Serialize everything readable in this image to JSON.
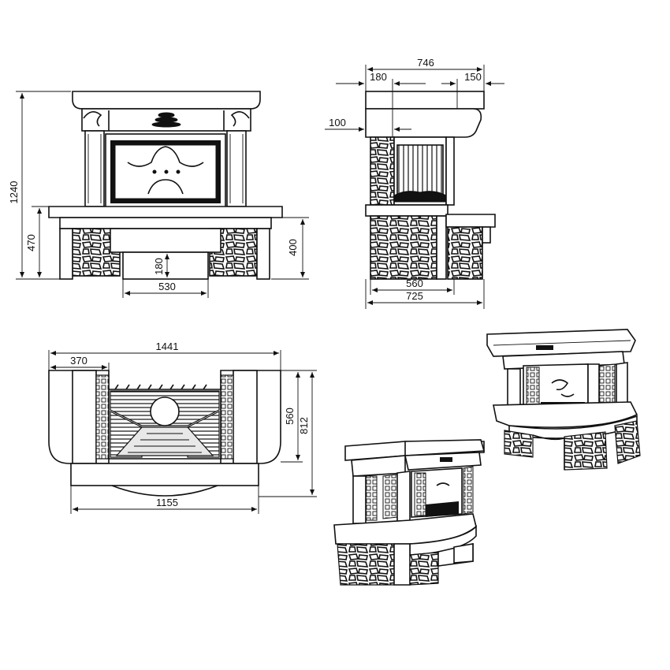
{
  "dimensions": {
    "front_height_total": "1240",
    "front_height_base": "470",
    "front_height_side": "400",
    "front_opening_height": "180",
    "front_opening_width": "530",
    "side_top_width": "746",
    "side_left_overhang": "180",
    "side_right_overhang": "150",
    "side_cornice_depth": "100",
    "side_base_inner": "560",
    "side_base_outer": "725",
    "plan_total_width": "1441",
    "plan_wing_width": "370",
    "plan_inner_depth": "560",
    "plan_total_depth": "812",
    "plan_base_width": "1155"
  },
  "colors": {
    "line": "#111111",
    "background": "#ffffff"
  }
}
